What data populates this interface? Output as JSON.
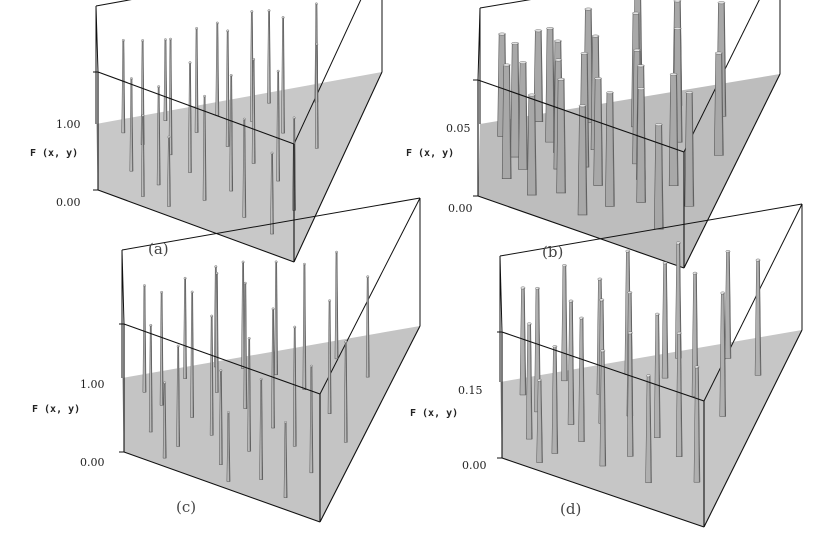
{
  "chart_data": [
    {
      "type": "surface3d",
      "caption": "(a)",
      "zlabel": "F (x, y)",
      "zticks": [
        "0.00",
        "1.00"
      ],
      "zlim": [
        0,
        1.0
      ],
      "surface_color": "#c8c8c8",
      "peak_color": "#bcbcbc",
      "peak_style": "thin spikes",
      "peaks": [
        {
          "x": 0.1,
          "y": 0.82,
          "h": 0.8
        },
        {
          "x": 0.18,
          "y": 0.66,
          "h": 0.9
        },
        {
          "x": 0.25,
          "y": 0.9,
          "h": 0.7
        },
        {
          "x": 0.3,
          "y": 0.55,
          "h": 1.0
        },
        {
          "x": 0.38,
          "y": 0.75,
          "h": 0.9
        },
        {
          "x": 0.44,
          "y": 0.88,
          "h": 0.8
        },
        {
          "x": 0.52,
          "y": 0.62,
          "h": 1.0
        },
        {
          "x": 0.58,
          "y": 0.8,
          "h": 0.95
        },
        {
          "x": 0.65,
          "y": 0.5,
          "h": 0.9
        },
        {
          "x": 0.72,
          "y": 0.7,
          "h": 1.0
        },
        {
          "x": 0.8,
          "y": 0.88,
          "h": 0.85
        },
        {
          "x": 0.88,
          "y": 0.6,
          "h": 0.9
        },
        {
          "x": 0.15,
          "y": 0.35,
          "h": 0.8
        },
        {
          "x": 0.28,
          "y": 0.25,
          "h": 0.85
        },
        {
          "x": 0.4,
          "y": 0.4,
          "h": 0.95
        },
        {
          "x": 0.5,
          "y": 0.2,
          "h": 0.9
        },
        {
          "x": 0.6,
          "y": 0.3,
          "h": 1.0
        },
        {
          "x": 0.7,
          "y": 0.15,
          "h": 0.85
        },
        {
          "x": 0.78,
          "y": 0.4,
          "h": 0.95
        },
        {
          "x": 0.9,
          "y": 0.25,
          "h": 0.8
        },
        {
          "x": 0.22,
          "y": 0.1,
          "h": 0.7
        },
        {
          "x": 0.35,
          "y": 0.08,
          "h": 0.6
        },
        {
          "x": 0.85,
          "y": 0.1,
          "h": 0.7
        },
        {
          "x": 0.62,
          "y": 0.92,
          "h": 0.8
        }
      ]
    },
    {
      "type": "surface3d",
      "caption": "(b)",
      "zlabel": "F (x, y)",
      "zticks": [
        "0.00",
        "0.05"
      ],
      "zlim": [
        0,
        0.05
      ],
      "surface_color": "#bdbdbd",
      "peak_color": "#a8a8a8",
      "peak_style": "dense overlapping columns",
      "peaks": [
        {
          "x": 0.08,
          "y": 0.8,
          "h": 0.045
        },
        {
          "x": 0.14,
          "y": 0.55,
          "h": 0.05
        },
        {
          "x": 0.2,
          "y": 0.92,
          "h": 0.04
        },
        {
          "x": 0.26,
          "y": 0.7,
          "h": 0.05
        },
        {
          "x": 0.32,
          "y": 0.45,
          "h": 0.048
        },
        {
          "x": 0.38,
          "y": 0.85,
          "h": 0.05
        },
        {
          "x": 0.44,
          "y": 0.62,
          "h": 0.05
        },
        {
          "x": 0.5,
          "y": 0.35,
          "h": 0.047
        },
        {
          "x": 0.56,
          "y": 0.78,
          "h": 0.05
        },
        {
          "x": 0.62,
          "y": 0.52,
          "h": 0.05
        },
        {
          "x": 0.68,
          "y": 0.9,
          "h": 0.046
        },
        {
          "x": 0.74,
          "y": 0.66,
          "h": 0.05
        },
        {
          "x": 0.8,
          "y": 0.4,
          "h": 0.049
        },
        {
          "x": 0.86,
          "y": 0.8,
          "h": 0.05
        },
        {
          "x": 0.92,
          "y": 0.58,
          "h": 0.045
        },
        {
          "x": 0.12,
          "y": 0.3,
          "h": 0.05
        },
        {
          "x": 0.24,
          "y": 0.18,
          "h": 0.044
        },
        {
          "x": 0.36,
          "y": 0.25,
          "h": 0.05
        },
        {
          "x": 0.48,
          "y": 0.12,
          "h": 0.048
        },
        {
          "x": 0.58,
          "y": 0.22,
          "h": 0.05
        },
        {
          "x": 0.7,
          "y": 0.28,
          "h": 0.05
        },
        {
          "x": 0.82,
          "y": 0.15,
          "h": 0.046
        },
        {
          "x": 0.9,
          "y": 0.3,
          "h": 0.05
        },
        {
          "x": 0.18,
          "y": 0.42,
          "h": 0.047
        },
        {
          "x": 0.42,
          "y": 0.48,
          "h": 0.05
        },
        {
          "x": 0.66,
          "y": 0.42,
          "h": 0.05
        },
        {
          "x": 0.3,
          "y": 0.6,
          "h": 0.049
        },
        {
          "x": 0.54,
          "y": 0.92,
          "h": 0.05
        }
      ]
    },
    {
      "type": "surface3d",
      "caption": "(c)",
      "zlabel": "F (x, y)",
      "zticks": [
        "0.00",
        "1.00"
      ],
      "zlim": [
        0,
        1.0
      ],
      "surface_color": "#c4c4c4",
      "peak_color": "#b8b8b8",
      "peak_style": "thin spikes",
      "peaks": [
        {
          "x": 0.08,
          "y": 0.78,
          "h": 0.85
        },
        {
          "x": 0.15,
          "y": 0.62,
          "h": 0.9
        },
        {
          "x": 0.22,
          "y": 0.88,
          "h": 0.8
        },
        {
          "x": 0.28,
          "y": 0.5,
          "h": 1.0
        },
        {
          "x": 0.35,
          "y": 0.72,
          "h": 0.95
        },
        {
          "x": 0.42,
          "y": 0.9,
          "h": 0.85
        },
        {
          "x": 0.48,
          "y": 0.58,
          "h": 1.0
        },
        {
          "x": 0.55,
          "y": 0.82,
          "h": 0.9
        },
        {
          "x": 0.62,
          "y": 0.45,
          "h": 0.95
        },
        {
          "x": 0.68,
          "y": 0.7,
          "h": 1.0
        },
        {
          "x": 0.75,
          "y": 0.88,
          "h": 0.85
        },
        {
          "x": 0.82,
          "y": 0.55,
          "h": 0.9
        },
        {
          "x": 0.9,
          "y": 0.75,
          "h": 0.8
        },
        {
          "x": 0.12,
          "y": 0.32,
          "h": 0.85
        },
        {
          "x": 0.25,
          "y": 0.22,
          "h": 0.8
        },
        {
          "x": 0.38,
          "y": 0.36,
          "h": 0.95
        },
        {
          "x": 0.46,
          "y": 0.15,
          "h": 0.75
        },
        {
          "x": 0.56,
          "y": 0.28,
          "h": 0.9
        },
        {
          "x": 0.66,
          "y": 0.12,
          "h": 0.8
        },
        {
          "x": 0.74,
          "y": 0.35,
          "h": 0.95
        },
        {
          "x": 0.86,
          "y": 0.22,
          "h": 0.85
        },
        {
          "x": 0.94,
          "y": 0.4,
          "h": 0.8
        },
        {
          "x": 0.2,
          "y": 0.08,
          "h": 0.6
        },
        {
          "x": 0.52,
          "y": 0.05,
          "h": 0.55
        },
        {
          "x": 0.8,
          "y": 0.06,
          "h": 0.6
        },
        {
          "x": 0.32,
          "y": 0.95,
          "h": 0.8
        }
      ]
    },
    {
      "type": "surface3d",
      "caption": "(d)",
      "zlabel": "F (x, y)",
      "zticks": [
        "0.00",
        "0.15"
      ],
      "zlim": [
        0,
        0.15
      ],
      "surface_color": "#c6c6c6",
      "peak_color": "#b0b0b0",
      "peak_style": "tapered columns",
      "peaks": [
        {
          "x": 0.08,
          "y": 0.8,
          "h": 0.13
        },
        {
          "x": 0.14,
          "y": 0.6,
          "h": 0.15
        },
        {
          "x": 0.22,
          "y": 0.9,
          "h": 0.14
        },
        {
          "x": 0.28,
          "y": 0.48,
          "h": 0.15
        },
        {
          "x": 0.36,
          "y": 0.74,
          "h": 0.14
        },
        {
          "x": 0.44,
          "y": 0.88,
          "h": 0.15
        },
        {
          "x": 0.5,
          "y": 0.56,
          "h": 0.15
        },
        {
          "x": 0.58,
          "y": 0.82,
          "h": 0.14
        },
        {
          "x": 0.64,
          "y": 0.42,
          "h": 0.15
        },
        {
          "x": 0.72,
          "y": 0.68,
          "h": 0.15
        },
        {
          "x": 0.78,
          "y": 0.9,
          "h": 0.13
        },
        {
          "x": 0.86,
          "y": 0.56,
          "h": 0.15
        },
        {
          "x": 0.92,
          "y": 0.78,
          "h": 0.14
        },
        {
          "x": 0.12,
          "y": 0.3,
          "h": 0.14
        },
        {
          "x": 0.24,
          "y": 0.2,
          "h": 0.13
        },
        {
          "x": 0.34,
          "y": 0.34,
          "h": 0.15
        },
        {
          "x": 0.46,
          "y": 0.18,
          "h": 0.14
        },
        {
          "x": 0.56,
          "y": 0.28,
          "h": 0.15
        },
        {
          "x": 0.68,
          "y": 0.14,
          "h": 0.13
        },
        {
          "x": 0.76,
          "y": 0.32,
          "h": 0.15
        },
        {
          "x": 0.88,
          "y": 0.2,
          "h": 0.14
        },
        {
          "x": 0.4,
          "y": 0.5,
          "h": 0.15
        },
        {
          "x": 0.6,
          "y": 0.95,
          "h": 0.14
        },
        {
          "x": 0.18,
          "y": 0.08,
          "h": 0.1
        }
      ]
    }
  ]
}
